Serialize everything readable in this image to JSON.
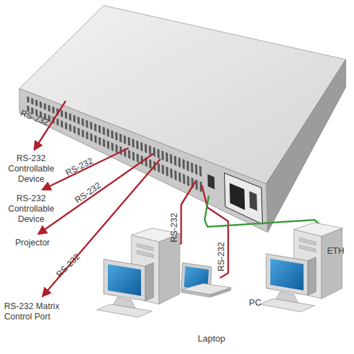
{
  "diagram": {
    "nodes": [
      {
        "text": [
          "Laptop"
        ]
      },
      {
        "text": [
          "PC"
        ]
      }
    ],
    "labels": [
      "RS-232",
      "RS-232",
      "RS-232",
      "RS-232",
      "RS-232",
      "RS-232",
      "ETH",
      "RS-232 Controllable Device",
      "RS-232 Controllable Device",
      "Projector",
      "RS-232 Matrix Control Port"
    ]
  }
}
